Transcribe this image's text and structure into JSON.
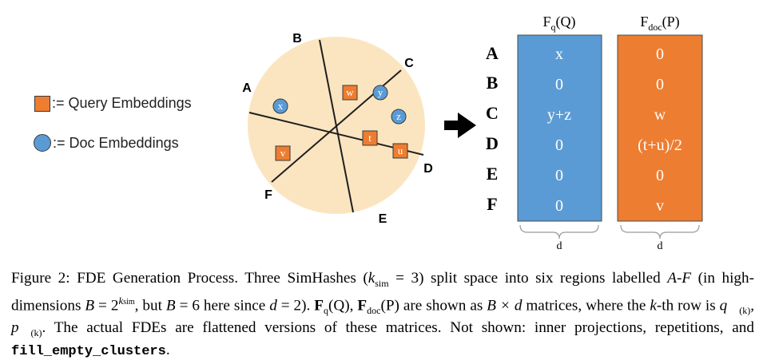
{
  "legend": {
    "query": ":= Query Embeddings",
    "doc": ":= Doc Embeddings"
  },
  "regions": [
    "A",
    "B",
    "C",
    "D",
    "E",
    "F"
  ],
  "points": {
    "x": "x",
    "y": "y",
    "z": "z",
    "w": "w",
    "v": "v",
    "t": "t",
    "u": "u"
  },
  "matrix_q": {
    "title_main": "F",
    "title_sub": "q",
    "title_arg": "(Q)",
    "values": [
      "x",
      "0",
      "y+z",
      "0",
      "0",
      "0"
    ],
    "dim": "d"
  },
  "matrix_doc": {
    "title_main": "F",
    "title_sub": "doc",
    "title_arg": "(P)",
    "values": [
      "0",
      "0",
      "w",
      "(t+u)/2",
      "0",
      "v"
    ],
    "dim": "d"
  },
  "caption": {
    "p1": "Figure 2: FDE Generation Process. Three SimHashes (",
    "p2": "k",
    "p3": "sim",
    "p4": " = 3) split space into six regions labelled ",
    "p5": "A-F",
    "p6": " (in high-dimensions ",
    "p7": "B",
    "p8": " = 2",
    "p9": "k",
    "p10": "sim",
    "p11": ", but ",
    "p12": "B",
    "p13": " = 6 here since ",
    "p14": "d",
    "p15": " = 2). ",
    "p16": "F",
    "p17": "q",
    "p18": "(Q), ",
    "p19": "F",
    "p20": "doc",
    "p21": "(P) are shown as ",
    "p22": "B × d",
    "p23": " matrices, where the ",
    "p24": "k",
    "p25": "-th row is ",
    "p26": "q⃗",
    "p27": "(k)",
    "p28": ", ",
    "p29": "p⃗",
    "p30": "(k)",
    "p31": ". The actual FDEs are flattened versions of these matrices. Not shown: inner projections, repetitions, and ",
    "p32": "fill_empty_clusters",
    "p33": "."
  },
  "colors": {
    "circle": "#fbe5c0",
    "query": "#ed7d31",
    "doc": "#5b9bd5",
    "line": "#1f1f1f"
  }
}
